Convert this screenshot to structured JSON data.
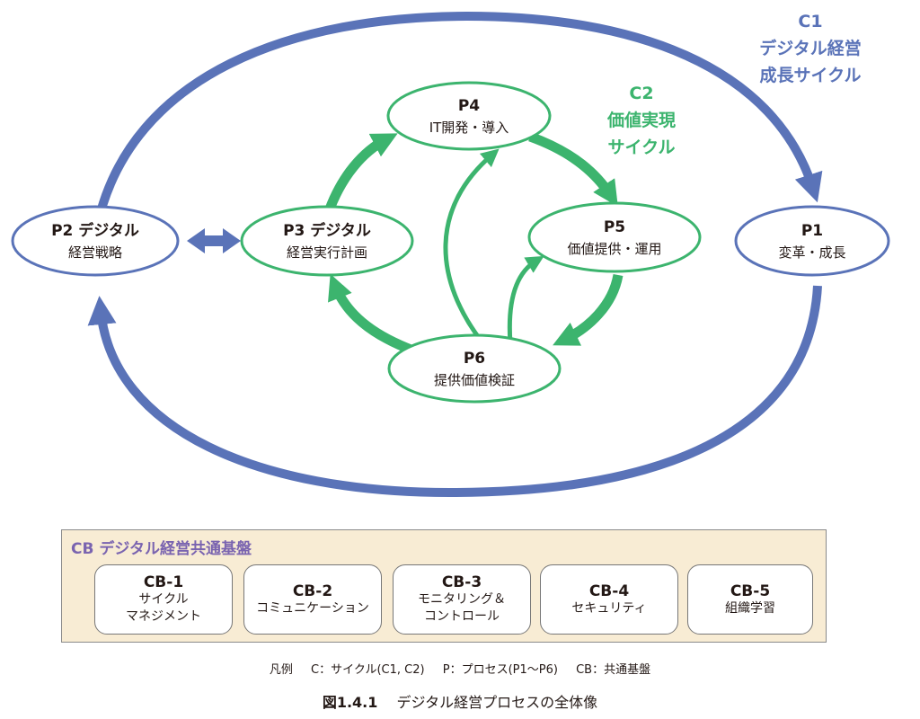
{
  "cycles": {
    "c1": {
      "code": "C1",
      "line1": "デジタル経営",
      "line2": "成長サイクル"
    },
    "c2": {
      "code": "C2",
      "line1": "価値実現",
      "line2": "サイクル"
    }
  },
  "nodes": {
    "p1": {
      "title": "P1",
      "sub": "変革・成長"
    },
    "p2": {
      "title": "P2 デジタル",
      "sub": "経営戦略"
    },
    "p3": {
      "title": "P3 デジタル",
      "sub": "経営実行計画"
    },
    "p4": {
      "title": "P4",
      "sub": "IT開発・導入"
    },
    "p5": {
      "title": "P5",
      "sub": "価値提供・運用"
    },
    "p6": {
      "title": "P6",
      "sub": "提供価値検証"
    }
  },
  "cb": {
    "title": "CB デジタル経営共通基盤",
    "items": [
      {
        "code": "CB-1",
        "name": "サイクル\nマネジメント"
      },
      {
        "code": "CB-2",
        "name": "コミュニケーション"
      },
      {
        "code": "CB-3",
        "name": "モニタリング＆\nコントロール"
      },
      {
        "code": "CB-4",
        "name": "セキュリティ"
      },
      {
        "code": "CB-5",
        "name": "組織学習"
      }
    ]
  },
  "legend": {
    "head": "凡例",
    "c": "C：サイクル(C1, C2)",
    "p": "P：プロセス(P1～P6)",
    "cb": "CB：共通基盤"
  },
  "caption": {
    "number": "図1.4.1",
    "text": "デジタル経営プロセスの全体像"
  },
  "colors": {
    "blue": "#5a73b8",
    "green": "#3cb46e",
    "cb_title": "#7a64b0",
    "cb_bg": "#f8ecd4"
  }
}
